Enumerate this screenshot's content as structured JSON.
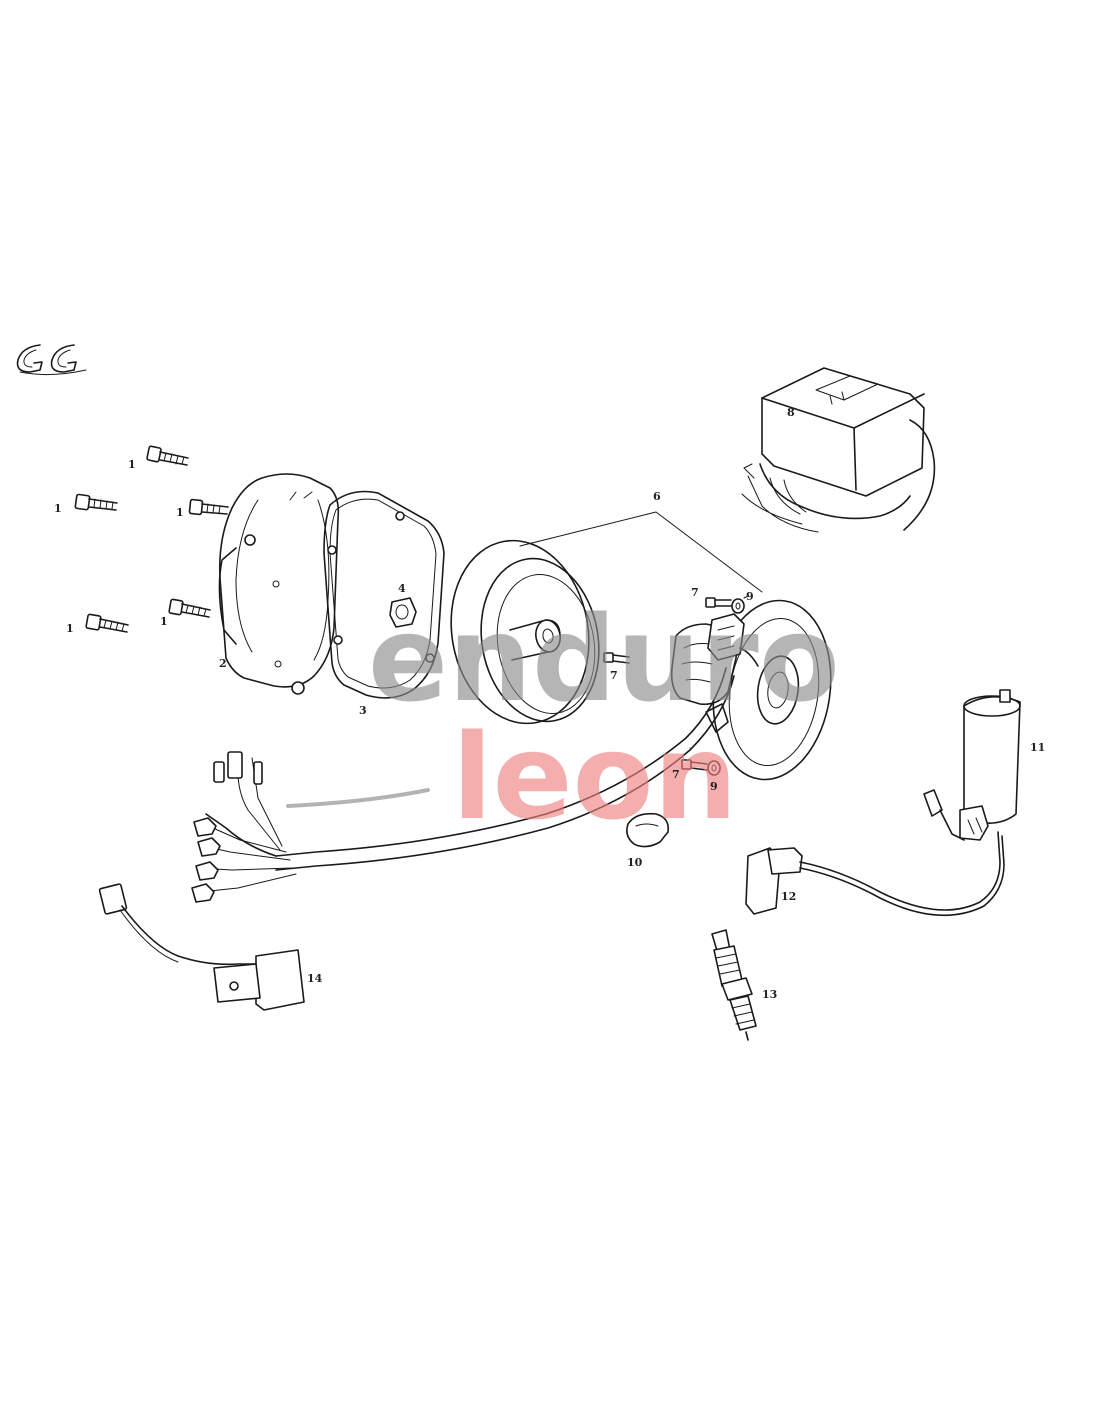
{
  "diagram": {
    "brand_logo": "GG",
    "watermark": {
      "line1": "enduro",
      "line2": "leon",
      "line1_color": "#8c8c8c",
      "line2_color": "#f08080"
    },
    "callouts": [
      {
        "id": "c1a",
        "label": "1"
      },
      {
        "id": "c1b",
        "label": "1"
      },
      {
        "id": "c1c",
        "label": "1"
      },
      {
        "id": "c1d",
        "label": "1"
      },
      {
        "id": "c1e",
        "label": "1"
      },
      {
        "id": "c2",
        "label": "2"
      },
      {
        "id": "c3",
        "label": "3"
      },
      {
        "id": "c4",
        "label": "4"
      },
      {
        "id": "c6",
        "label": "6"
      },
      {
        "id": "c7a",
        "label": "7"
      },
      {
        "id": "c7b",
        "label": "7"
      },
      {
        "id": "c7c",
        "label": "7"
      },
      {
        "id": "c8",
        "label": "8"
      },
      {
        "id": "c9a",
        "label": "9"
      },
      {
        "id": "c9b",
        "label": "9"
      },
      {
        "id": "c10",
        "label": "10"
      },
      {
        "id": "c11",
        "label": "11"
      },
      {
        "id": "c12",
        "label": "12"
      },
      {
        "id": "c13",
        "label": "13"
      },
      {
        "id": "c14",
        "label": "14"
      }
    ]
  }
}
